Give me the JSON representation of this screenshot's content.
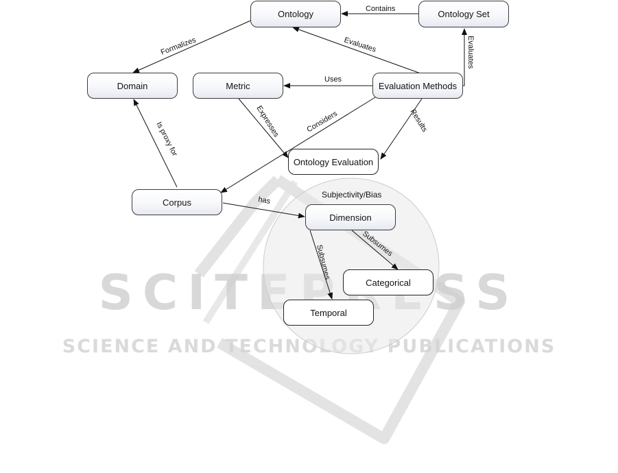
{
  "nodes": {
    "ontology": "Ontology",
    "ontology_set": "Ontology Set",
    "domain": "Domain",
    "metric": "Metric",
    "evaluation_methods": "Evaluation Methods",
    "ontology_evaluation": "Ontology Evaluation",
    "corpus": "Corpus",
    "dimension": "Dimension",
    "categorical": "Categorical",
    "temporal": "Temporal"
  },
  "group_label": "Subjectivity/Bias",
  "edges": {
    "contains": "Contains",
    "formalizes": "Formalizes",
    "evaluates_ontology": "Evaluates",
    "evaluates_set": "Evaluates",
    "uses": "Uses",
    "expresses": "Expresses",
    "considers": "Considers",
    "results": "Results",
    "is_proxy_for": "Is proxy for",
    "has": "has",
    "subsumes_categorical": "Subsumes",
    "subsumes_temporal": "Subsumes"
  },
  "watermark": {
    "brand": "SCITEPRESS",
    "tagline": "SCIENCE AND TECHNOLOGY PUBLICATIONS"
  }
}
